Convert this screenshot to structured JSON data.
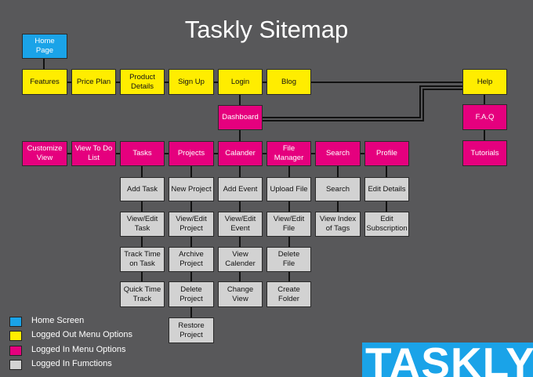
{
  "title": "Taskly Sitemap",
  "colors": {
    "background": "#58585a",
    "home": "#1aa3e8",
    "logged_out": "#ffed00",
    "logged_in": "#e5007e",
    "functions": "#d2d2d2",
    "connector": "#111111"
  },
  "nodes": {
    "home": "Home\nPage",
    "features": "Features",
    "price_plan": "Price Plan",
    "product_details": "Product\nDetails",
    "sign_up": "Sign Up",
    "login": "Login",
    "blog": "Blog",
    "help": "Help",
    "faq": "F.A.Q",
    "tutorials": "Tutorials",
    "dashboard": "Dashboard",
    "customize_view": "Customize\nView",
    "view_todo": "View To Do\nList",
    "tasks": "Tasks",
    "projects": "Projects",
    "calander": "Calander",
    "file_manager": "File Manager",
    "search": "Search",
    "profile": "Profile",
    "add_task": "Add Task",
    "view_edit_task": "View/Edit\nTask",
    "track_time": "Track Time\non Task",
    "quick_time": "Quick Time\nTrack",
    "new_project": "New Project",
    "view_edit_project": "View/Edit\nProject",
    "archive_project": "Archive\nProject",
    "delete_project": "Delete\nProject",
    "restore_project": "Restore\nProject",
    "add_event": "Add Event",
    "view_edit_event": "View/Edit\nEvent",
    "view_calender": "View\nCalender",
    "change_view": "Change\nView",
    "upload_file": "Upload File",
    "view_edit_file": "View/Edit\nFile",
    "delete_file": "Delete\nFile",
    "create_folder": "Create\nFolder",
    "search_fn": "Search",
    "view_index_tags": "View Index\nof Tags",
    "edit_details": "Edit Details",
    "edit_subscription": "Edit\nSubscription"
  },
  "legend": [
    {
      "label": "Home Screen",
      "color": "#1aa3e8"
    },
    {
      "label": "Logged Out Menu Options",
      "color": "#ffed00"
    },
    {
      "label": "Logged In Menu Options",
      "color": "#e5007e"
    },
    {
      "label": "Logged In Fumctions",
      "color": "#d2d2d2"
    }
  ],
  "logo": "TASKLY"
}
